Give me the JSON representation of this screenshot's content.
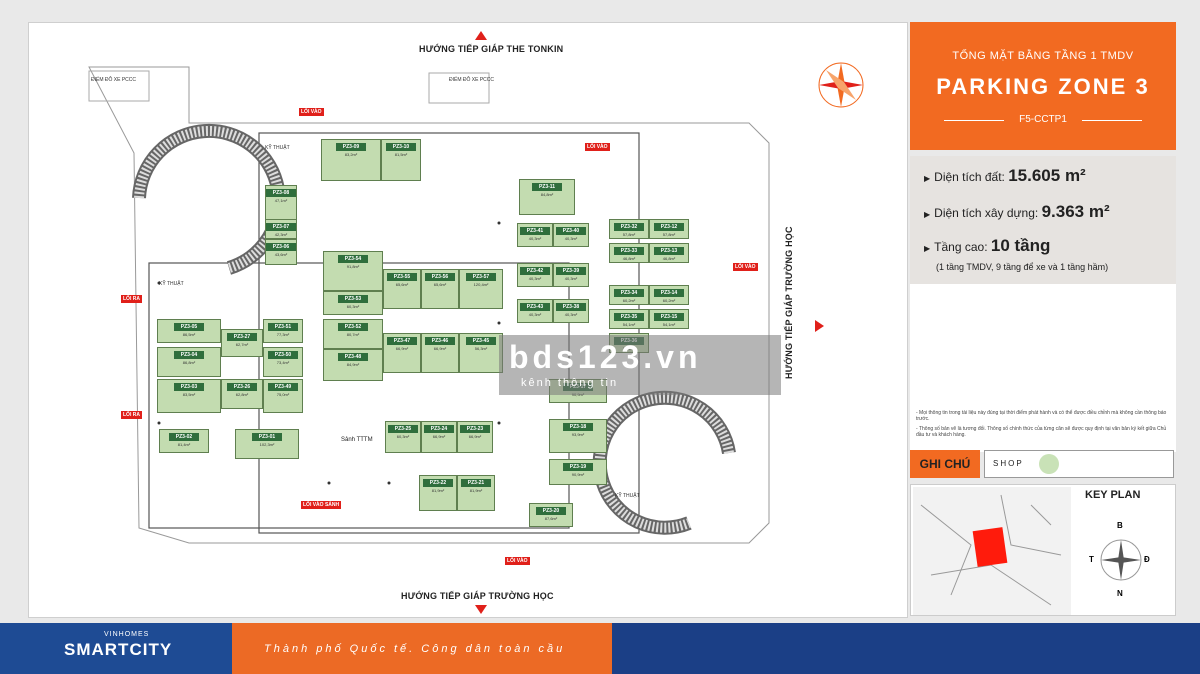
{
  "plan": {
    "top_direction": "HƯỚNG TIẾP GIÁP THE TONKIN",
    "bottom_direction": "HƯỚNG TIẾP GIÁP TRƯỜNG HỌC",
    "right_direction": "HƯỚNG TIẾP GIÁP TRƯỜNG HỌC",
    "entry_label": "LỐI VÀO",
    "exit_label": "LỐI RA",
    "lobby_entry_label": "LỐI VÀO SẢNH",
    "lobby_label": "Sảnh TTTM",
    "technical_label": "KỸ THUẬT",
    "pccc_label": "ĐIỂM ĐỖ XE PCCC",
    "units": [
      {
        "code": "PZ3-09",
        "area": "83,2m²"
      },
      {
        "code": "PZ3-10",
        "area": "81,5m²"
      },
      {
        "code": "PZ3-08",
        "area": "47,1m²"
      },
      {
        "code": "PZ3-07",
        "area": "42,3m²"
      },
      {
        "code": "PZ3-06",
        "area": "43,6m²"
      },
      {
        "code": "PZ3-11",
        "area": "84,8m²"
      },
      {
        "code": "PZ3-41",
        "area": "40,3m²"
      },
      {
        "code": "PZ3-40",
        "area": "40,3m²"
      },
      {
        "code": "PZ3-42",
        "area": "40,3m²"
      },
      {
        "code": "PZ3-39",
        "area": "40,3m²"
      },
      {
        "code": "PZ3-43",
        "area": "40,3m²"
      },
      {
        "code": "PZ3-38",
        "area": "40,3m²"
      },
      {
        "code": "PZ3-32",
        "area": "57,8m²"
      },
      {
        "code": "PZ3-12",
        "area": "57,8m²"
      },
      {
        "code": "PZ3-33",
        "area": "46,8m²"
      },
      {
        "code": "PZ3-13",
        "area": "46,8m²"
      },
      {
        "code": "PZ3-34",
        "area": "60,2m²"
      },
      {
        "code": "PZ3-14",
        "area": "60,2m²"
      },
      {
        "code": "PZ3-35",
        "area": "54,1m²"
      },
      {
        "code": "PZ3-15",
        "area": "54,1m²"
      },
      {
        "code": "PZ3-36",
        "area": "54,1m²"
      },
      {
        "code": "PZ3-54",
        "area": "91,8m²"
      },
      {
        "code": "PZ3-55",
        "area": "65,6m²"
      },
      {
        "code": "PZ3-56",
        "area": "65,6m²"
      },
      {
        "code": "PZ3-57",
        "area": "120,4m²"
      },
      {
        "code": "PZ3-53",
        "area": "60,3m²"
      },
      {
        "code": "PZ3-52",
        "area": "80,7m²"
      },
      {
        "code": "PZ3-48",
        "area": "84,9m²"
      },
      {
        "code": "PZ3-47",
        "area": "66,9m²"
      },
      {
        "code": "PZ3-46",
        "area": "66,9m²"
      },
      {
        "code": "PZ3-45",
        "area": "56,3m²"
      },
      {
        "code": "PZ3-05",
        "area": "86,5m²"
      },
      {
        "code": "PZ3-27",
        "area": "62,7m²"
      },
      {
        "code": "PZ3-51",
        "area": "77,3m²"
      },
      {
        "code": "PZ3-04",
        "area": "86,8m²"
      },
      {
        "code": "PZ3-50",
        "area": "73,4m²"
      },
      {
        "code": "PZ3-03",
        "area": "83,5m²"
      },
      {
        "code": "PZ3-26",
        "area": "62,8m²"
      },
      {
        "code": "PZ3-49",
        "area": "75,0m²"
      },
      {
        "code": "PZ3-02",
        "area": "81,4m²"
      },
      {
        "code": "PZ3-01",
        "area": "102,3m²"
      },
      {
        "code": "PZ3-25",
        "area": "60,3m²"
      },
      {
        "code": "PZ3-24",
        "area": "66,9m²"
      },
      {
        "code": "PZ3-23",
        "area": "66,9m²"
      },
      {
        "code": "PZ3-22",
        "area": "81,9m²"
      },
      {
        "code": "PZ3-21",
        "area": "81,9m²"
      },
      {
        "code": "PZ3-17",
        "area": "90,9m²"
      },
      {
        "code": "PZ3-18",
        "area": "93,9m²"
      },
      {
        "code": "PZ3-19",
        "area": "90,9m²"
      },
      {
        "code": "PZ3-20",
        "area": "87,6m²"
      }
    ]
  },
  "watermark": {
    "text": "bds123.vn",
    "sub": "kênh thông tin"
  },
  "panel": {
    "title_small": "TỔNG MẶT BẰNG TẦNG 1 TMDV",
    "title_big": "PARKING ZONE 3",
    "code": "F5-CCTP1",
    "stats": [
      {
        "label": "Diện tích đất:",
        "value": "15.605 m²"
      },
      {
        "label": "Diện tích xây dựng:",
        "value": "9.363 m²"
      },
      {
        "label": "Tầng cao:",
        "value": "10 tầng"
      }
    ],
    "floors_note": "(1 tầng TMDV, 9 tầng để xe và 1 tầng hầm)",
    "notes": [
      "- Mọi thông tin trong tài liệu này đúng tại thời điểm phát hành và có thể được điều chỉnh mà không cần thông báo trước.",
      "- Thông số bản vẽ là tương đối. Thông số chính thức của từng căn sẽ được quy định tại văn bản ký kết giữa Chủ đầu tư và khách hàng."
    ],
    "legend_title": "GHI CHÚ",
    "legend_item": "SHOP",
    "keyplan_title": "KEY PLAN",
    "compass": {
      "n": "B",
      "s": "N",
      "e": "Đ",
      "w": "T"
    }
  },
  "footer": {
    "brand_small": "VINHOMES",
    "brand_big": "SMARTCITY",
    "slogan": "Thành phố Quốc tế. Công dân toàn cầu"
  },
  "colors": {
    "accent": "#f26a21",
    "shop": "#c3dcb0",
    "arrow": "#e0201a",
    "footer_blue": "#1e4b94"
  }
}
